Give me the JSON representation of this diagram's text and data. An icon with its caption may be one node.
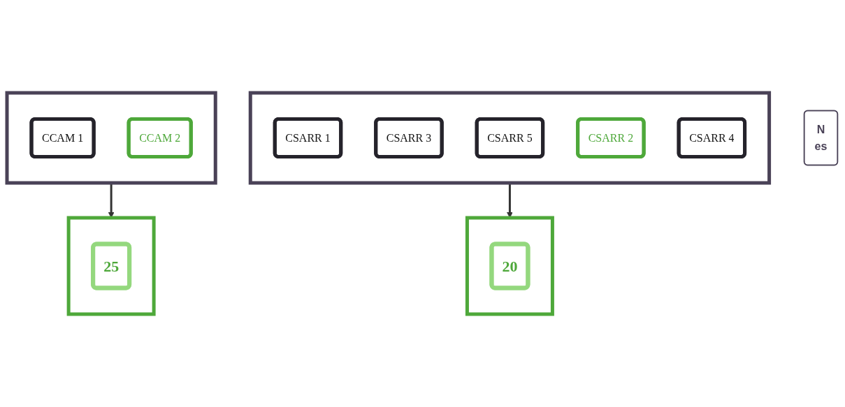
{
  "diagram": {
    "nodes": [
      {
        "text": [],
        "shape": "box"
      },
      {
        "text": [
          "CSARR 1"
        ],
        "in": 0
      },
      {
        "text": [
          "CSARR 3"
        ],
        "in": 0
      },
      {
        "text": [
          "CSARR 5"
        ],
        "in": 0
      },
      {
        "text": [
          "CSARR 2"
        ],
        "in": 0
      },
      {
        "text": [
          "CSARR 4"
        ],
        "in": 0
      },
      {
        "text": [],
        "shape": "box"
      },
      {
        "text": [
          "CCAM 1"
        ],
        "in": 6
      },
      {
        "text": [
          "CCAM 2"
        ],
        "in": 6
      },
      {
        "text": [
          "N",
          "es"
        ]
      },
      {
        "text": [],
        "shape": "box"
      },
      {
        "text": [
          "20"
        ],
        "in": 10
      },
      {
        "text": [],
        "shape": "box"
      },
      {
        "text": [
          "25"
        ],
        "in": 12
      }
    ],
    "edges": [
      {
        "from": 0,
        "to": 10,
        "arrow": "to"
      },
      {
        "from": 6,
        "to": 12,
        "arrow": "to"
      }
    ]
  }
}
